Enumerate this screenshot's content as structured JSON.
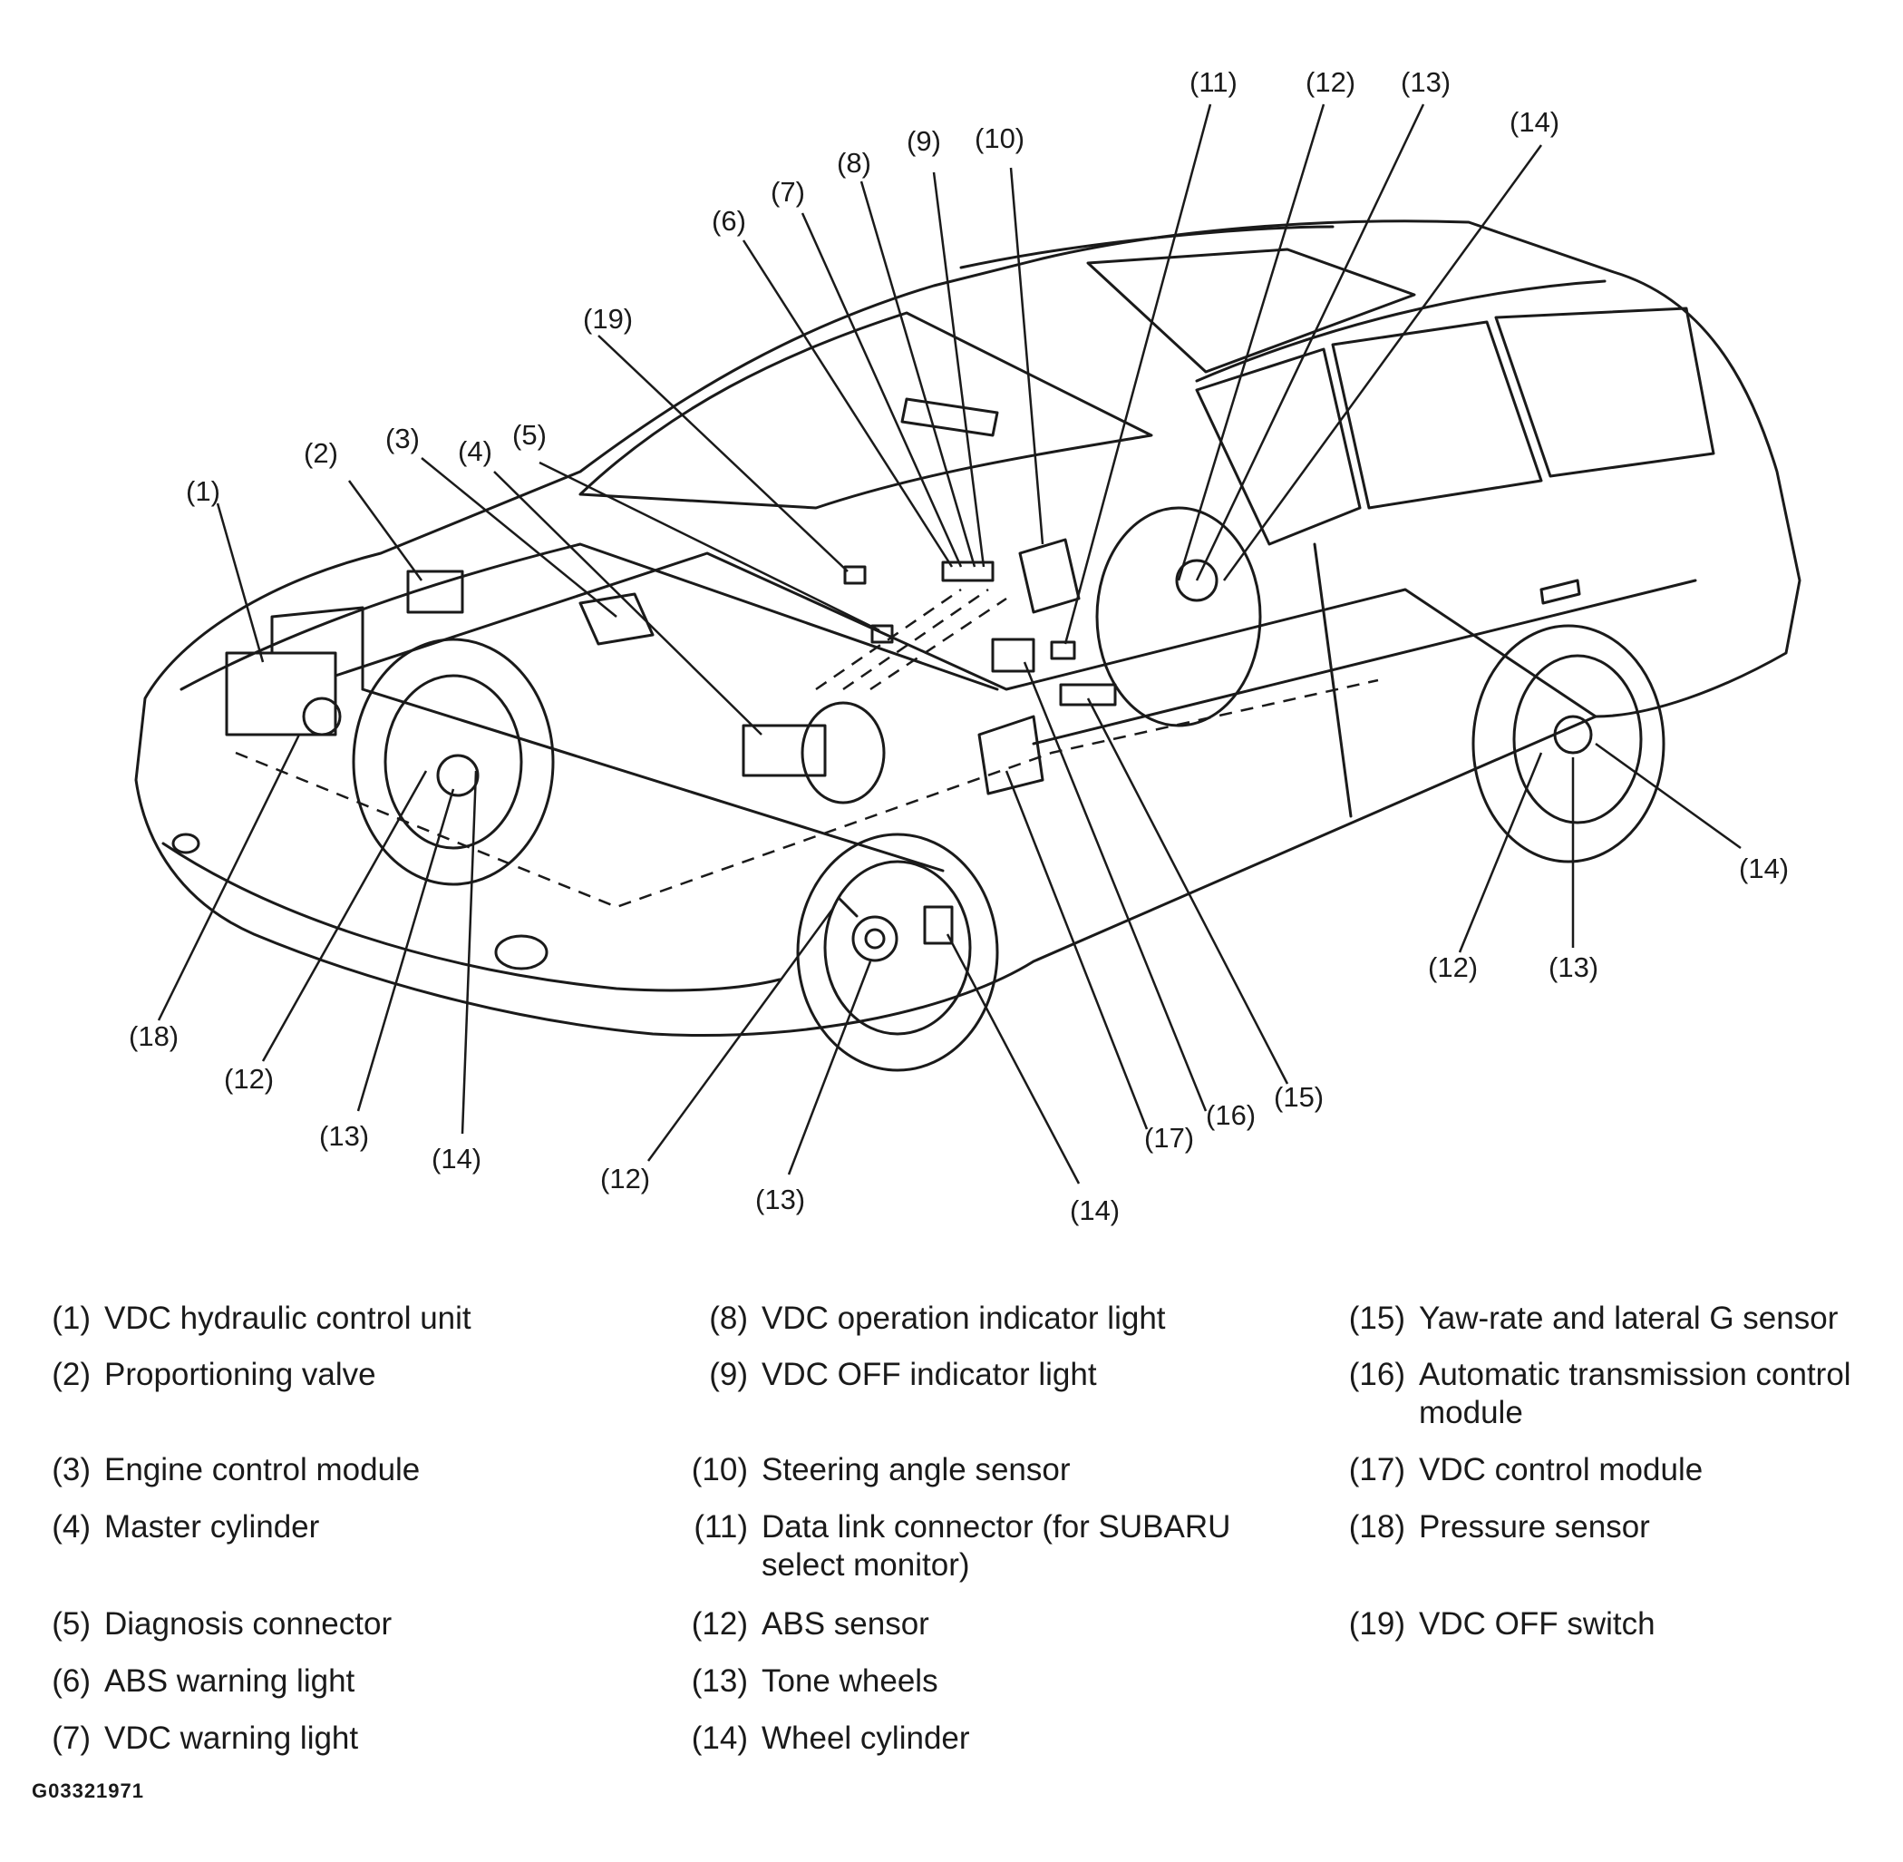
{
  "callouts": [
    "(1)",
    "(2)",
    "(3)",
    "(4)",
    "(5)",
    "(6)",
    "(7)",
    "(8)",
    "(9)",
    "(10)",
    "(11)",
    "(12)",
    "(13)",
    "(14)",
    "(15)",
    "(16)",
    "(17)",
    "(18)",
    "(19)"
  ],
  "legend": [
    {
      "num": "(1)",
      "text": "VDC hydraulic control unit"
    },
    {
      "num": "(2)",
      "text": "Proportioning valve"
    },
    {
      "num": "(3)",
      "text": "Engine control module"
    },
    {
      "num": "(4)",
      "text": "Master cylinder"
    },
    {
      "num": "(5)",
      "text": "Diagnosis connector"
    },
    {
      "num": "(6)",
      "text": "ABS warning light"
    },
    {
      "num": "(7)",
      "text": "VDC warning light"
    },
    {
      "num": "(8)",
      "text": "VDC operation indicator light"
    },
    {
      "num": "(9)",
      "text": "VDC OFF indicator light"
    },
    {
      "num": "(10)",
      "text": "Steering angle sensor"
    },
    {
      "num": "(11)",
      "text": "Data link connector (for SUBARU select monitor)"
    },
    {
      "num": "(12)",
      "text": "ABS sensor"
    },
    {
      "num": "(13)",
      "text": "Tone wheels"
    },
    {
      "num": "(14)",
      "text": "Wheel cylinder"
    },
    {
      "num": "(15)",
      "text": "Yaw-rate and lateral G sensor"
    },
    {
      "num": "(16)",
      "text": "Automatic transmission control module"
    },
    {
      "num": "(17)",
      "text": "VDC control module"
    },
    {
      "num": "(18)",
      "text": "Pressure sensor"
    },
    {
      "num": "(19)",
      "text": "VDC OFF switch"
    }
  ],
  "figure_id": "G03321971"
}
